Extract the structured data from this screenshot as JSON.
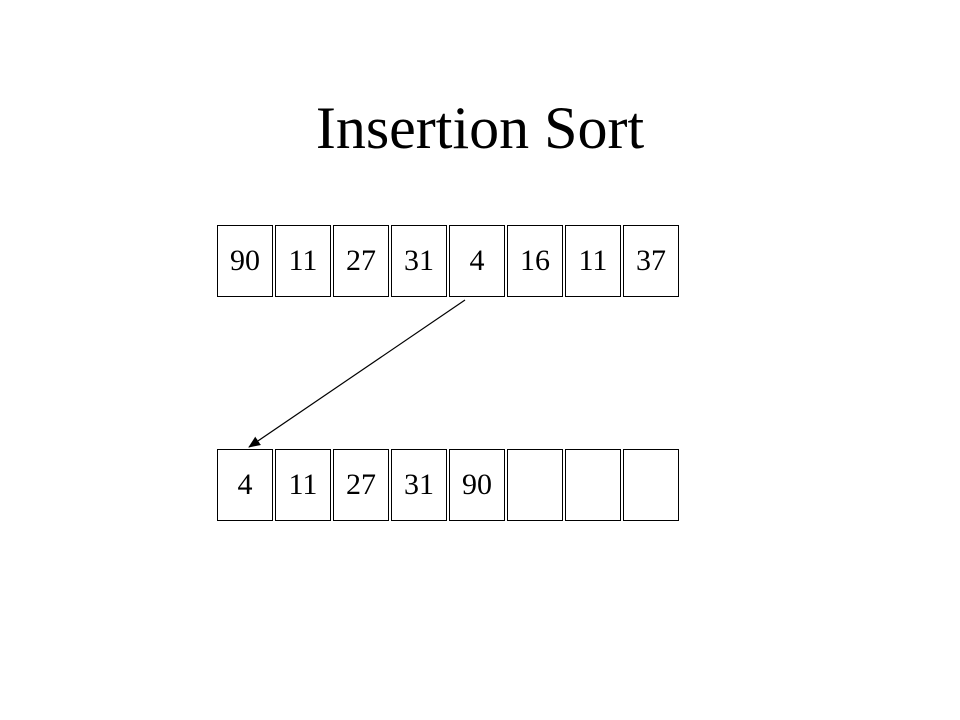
{
  "slide": {
    "title": "Insertion Sort"
  },
  "source_array": {
    "values": [
      "90",
      "11",
      "27",
      "31",
      "4",
      "16",
      "11",
      "37"
    ]
  },
  "result_array": {
    "values": [
      "4",
      "11",
      "27",
      "31",
      "90",
      "",
      "",
      ""
    ]
  },
  "arrow": {
    "from_index": 4,
    "to_index": 0,
    "color": "#000000"
  }
}
